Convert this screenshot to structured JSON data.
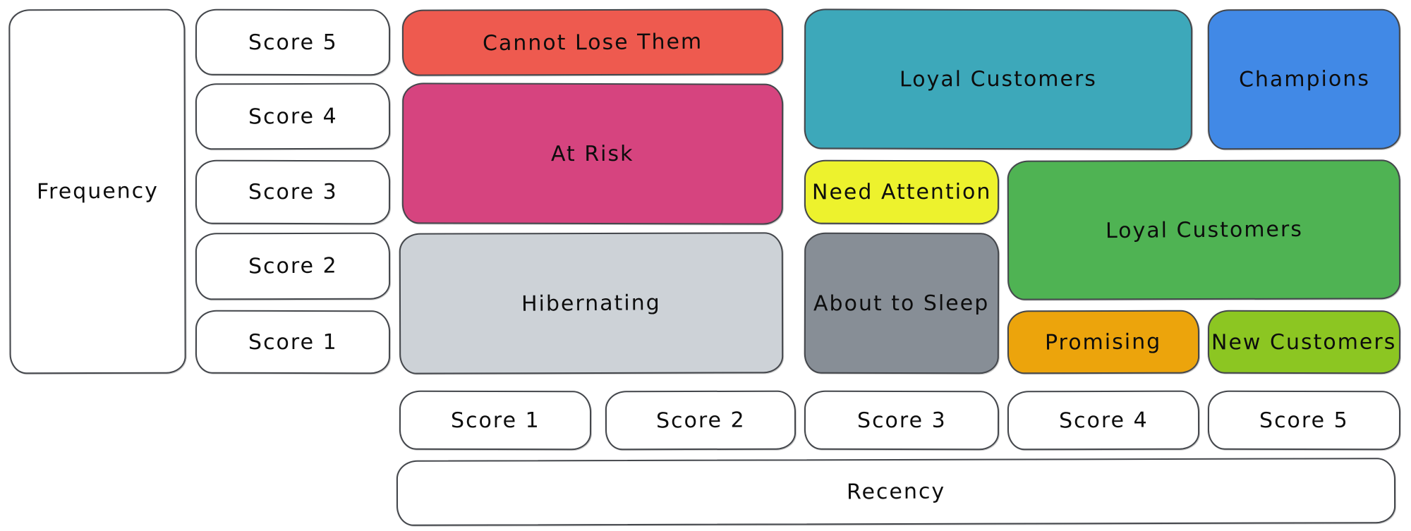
{
  "axes": {
    "frequency": {
      "label": "Frequency",
      "scores": [
        "Score 5",
        "Score 4",
        "Score 3",
        "Score 2",
        "Score 1"
      ]
    },
    "recency": {
      "label": "Recency",
      "scores": [
        "Score 1",
        "Score 2",
        "Score 3",
        "Score 4",
        "Score 5"
      ]
    }
  },
  "segments": {
    "cannot_lose_them": {
      "label": "Cannot Lose Them",
      "color": "#ee5a4f"
    },
    "at_risk": {
      "label": "At Risk",
      "color": "#d6447f"
    },
    "hibernating": {
      "label": "Hibernating",
      "color": "#cdd2d7"
    },
    "loyal_customers_teal": {
      "label": "Loyal Customers",
      "color": "#3da8ba"
    },
    "champions": {
      "label": "Champions",
      "color": "#4189e6"
    },
    "need_attention": {
      "label": "Need Attention",
      "color": "#edf22d"
    },
    "about_to_sleep": {
      "label": "About to Sleep",
      "color": "#878e96"
    },
    "loyal_customers_green": {
      "label": "Loyal Customers",
      "color": "#4fb353"
    },
    "promising": {
      "label": "Promising",
      "color": "#eca40c"
    },
    "new_customers": {
      "label": "New Customers",
      "color": "#8cc622"
    }
  },
  "outline_color": "#43464b",
  "text_color": "#0d0d0d"
}
